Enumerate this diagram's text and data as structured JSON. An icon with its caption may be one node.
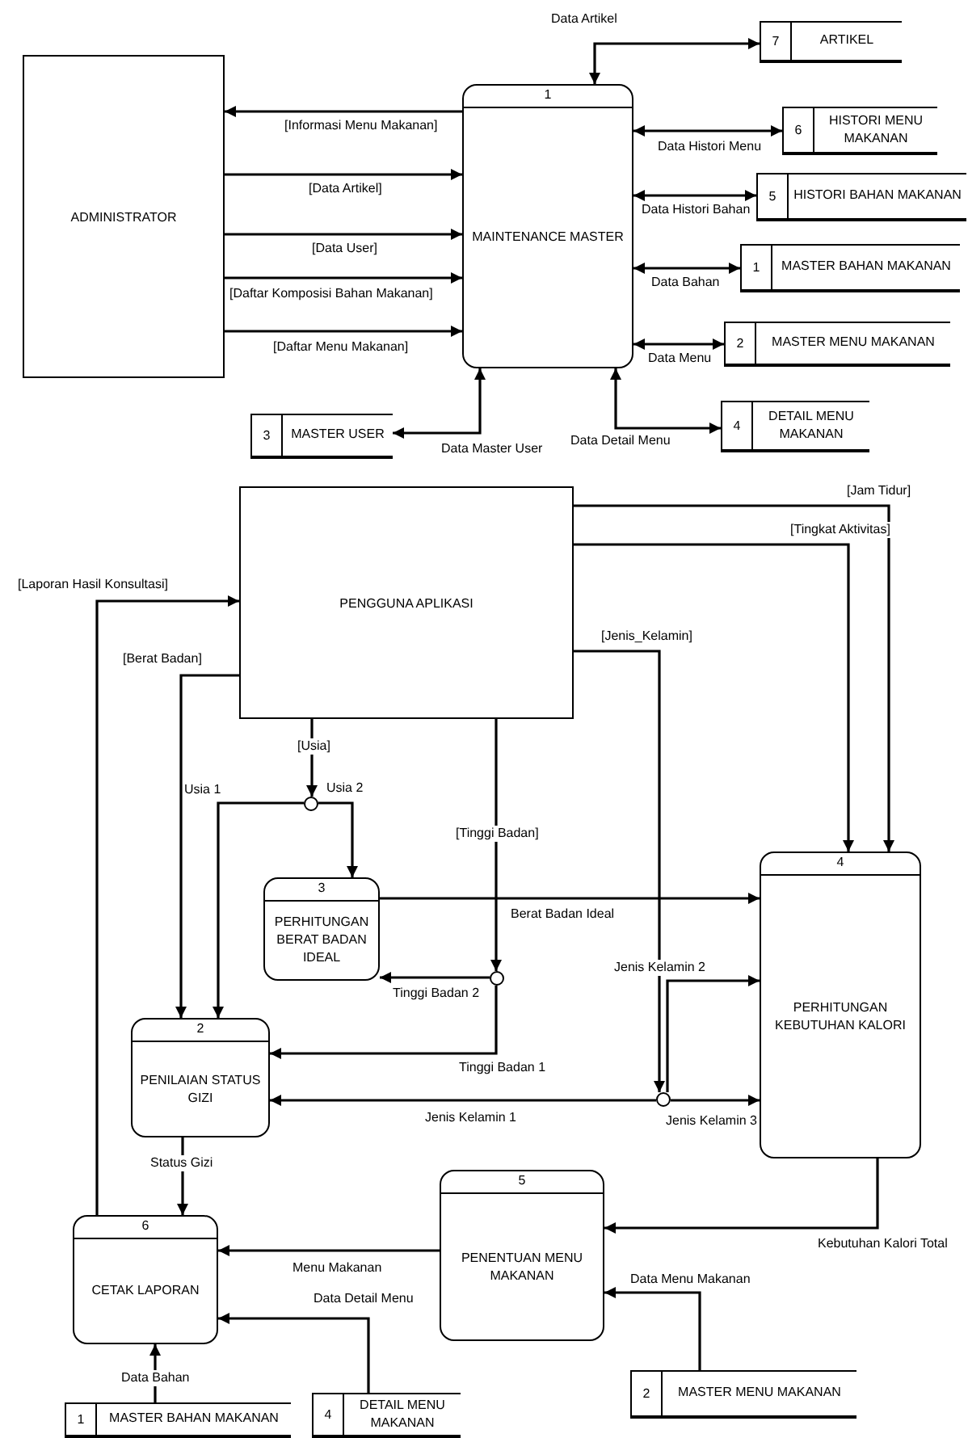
{
  "diagram": {
    "nodes": [
      {
        "text": [
          "ADMINISTRATOR"
        ]
      },
      {
        "text": [
          "1",
          "MAINTENANCE MASTER"
        ]
      },
      {
        "text": [
          "7",
          "ARTIKEL"
        ]
      },
      {
        "text": [
          "6",
          "HISTORI MENU MAKANAN"
        ]
      },
      {
        "text": [
          "5",
          "HISTORI BAHAN MAKANAN"
        ]
      },
      {
        "text": [
          "1",
          "MASTER BAHAN MAKANAN"
        ]
      },
      {
        "text": [
          "2",
          "MASTER MENU MAKANAN"
        ]
      },
      {
        "text": [
          "3",
          "MASTER USER"
        ]
      },
      {
        "text": [
          "4",
          "DETAIL MENU MAKANAN"
        ]
      },
      {
        "text": [
          "PENGGUNA APLIKASI"
        ]
      },
      {
        "text": [],
        "shape": "circle"
      },
      {
        "text": [
          "3",
          "PERHITUNGAN BERAT BADAN IDEAL"
        ]
      },
      {
        "text": [],
        "shape": "circle"
      },
      {
        "text": [
          "2",
          "PENILAIAN STATUS GIZI"
        ]
      },
      {
        "text": [],
        "shape": "circle"
      },
      {
        "text": [
          "4",
          "PERHITUNGAN KEBUTUHAN KALORI"
        ]
      },
      {
        "text": [
          "5",
          "PENENTUAN MENU MAKANAN"
        ]
      },
      {
        "text": [
          "6",
          "CETAK LAPORAN"
        ]
      },
      {
        "text": [
          "1",
          "MASTER BAHAN MAKANAN"
        ]
      },
      {
        "text": [
          "4",
          "DETAIL MENU MAKANAN"
        ]
      },
      {
        "text": [
          "2",
          "MASTER MENU MAKANAN"
        ]
      }
    ],
    "edges": [
      {
        "from": 1,
        "to": 0,
        "arrow": "to",
        "label": "[Informasi Menu Makanan]"
      },
      {
        "from": 0,
        "to": 1,
        "arrow": "to",
        "label": "[Data Artikel]"
      },
      {
        "from": 0,
        "to": 1,
        "arrow": "to",
        "label": "[Data User]"
      },
      {
        "from": 0,
        "to": 1,
        "arrow": "to",
        "label": "[Daftar Komposisi Bahan Makanan]"
      },
      {
        "from": 0,
        "to": 1,
        "arrow": "to",
        "label": "[Daftar Menu Makanan]"
      },
      {
        "from": 1,
        "to": 2,
        "arrow": "both",
        "label": "Data Artikel"
      },
      {
        "from": 1,
        "to": 3,
        "arrow": "both",
        "label": "Data Histori Menu"
      },
      {
        "from": 1,
        "to": 4,
        "arrow": "both",
        "label": "Data Histori Bahan"
      },
      {
        "from": 1,
        "to": 5,
        "arrow": "both",
        "label": "Data Bahan"
      },
      {
        "from": 1,
        "to": 6,
        "arrow": "both",
        "label": "Data Menu"
      },
      {
        "from": 1,
        "to": 7,
        "arrow": "both",
        "label": "Data Master User"
      },
      {
        "from": 1,
        "to": 8,
        "arrow": "both",
        "label": "Data Detail Menu"
      },
      {
        "from": 17,
        "to": 9,
        "arrow": "to",
        "label": "[Laporan Hasil Konsultasi]"
      },
      {
        "from": 9,
        "to": 13,
        "arrow": "to",
        "label": "[Berat Badan]"
      },
      {
        "from": 9,
        "to": 10,
        "arrow": "to",
        "label": "[Usia]"
      },
      {
        "from": 10,
        "to": 13,
        "arrow": "to",
        "label": "Usia 1"
      },
      {
        "from": 10,
        "to": 11,
        "arrow": "to",
        "label": "Usia 2"
      },
      {
        "from": 9,
        "to": 12,
        "arrow": "to",
        "label": "[Tinggi Badan]"
      },
      {
        "from": 12,
        "to": 11,
        "arrow": "to",
        "label": "Tinggi Badan 2"
      },
      {
        "from": 12,
        "to": 13,
        "arrow": "to",
        "label": "Tinggi Badan 1"
      },
      {
        "from": 9,
        "to": 14,
        "arrow": "to",
        "label": "[Jenis_Kelamin]"
      },
      {
        "from": 14,
        "to": 15,
        "arrow": "to",
        "label": "Jenis Kelamin 2"
      },
      {
        "from": 14,
        "to": 13,
        "arrow": "to",
        "label": "Jenis Kelamin 1"
      },
      {
        "from": 14,
        "to": 15,
        "arrow": "to",
        "label": "Jenis Kelamin 3"
      },
      {
        "from": 9,
        "to": 15,
        "arrow": "to",
        "label": "[Tingkat Aktivitas]"
      },
      {
        "from": 9,
        "to": 15,
        "arrow": "to",
        "label": "[Jam Tidur]"
      },
      {
        "from": 11,
        "to": 15,
        "arrow": "to",
        "label": "Berat Badan Ideal"
      },
      {
        "from": 13,
        "to": 17,
        "arrow": "to",
        "label": "Status Gizi"
      },
      {
        "from": 15,
        "to": 16,
        "arrow": "to",
        "label": "Kebutuhan Kalori Total"
      },
      {
        "from": 16,
        "to": 17,
        "arrow": "to",
        "label": "Menu Makanan"
      },
      {
        "from": 19,
        "to": 17,
        "arrow": "to",
        "label": "Data Detail Menu"
      },
      {
        "from": 18,
        "to": 17,
        "arrow": "to",
        "label": "Data Bahan"
      },
      {
        "from": 20,
        "to": 16,
        "arrow": "to",
        "label": "Data Menu Makanan"
      }
    ]
  }
}
